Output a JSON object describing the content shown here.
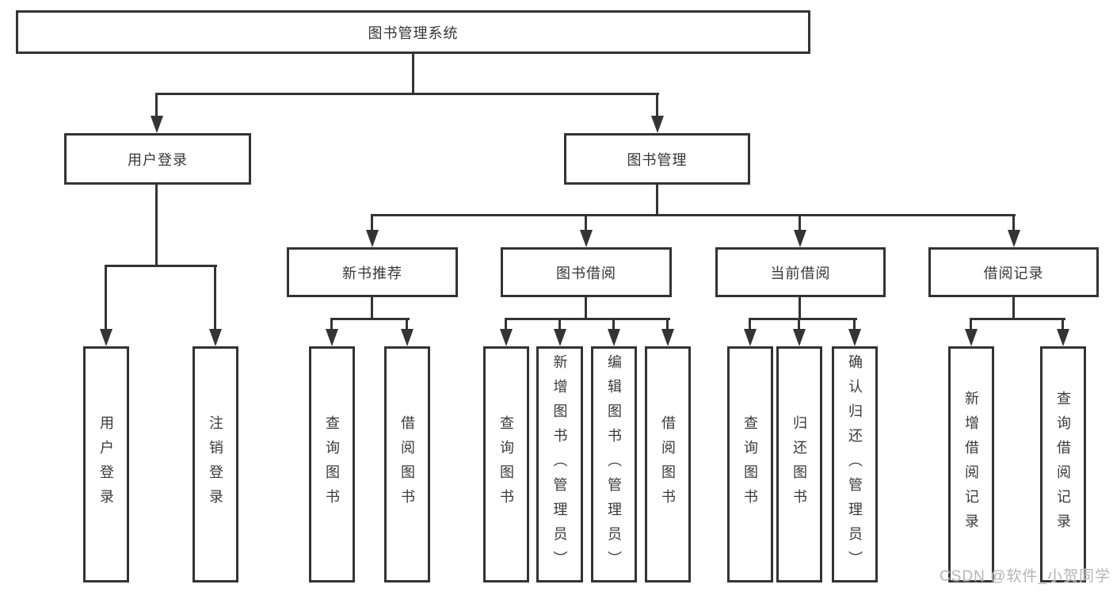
{
  "colors": {
    "line": "#343434",
    "box_border": "#333333",
    "text": "#363636",
    "watermark": "#b5b5b5",
    "background": "#ffffff"
  },
  "root": {
    "label": "图书管理系统"
  },
  "level2": {
    "user_login": {
      "label": "用户登录"
    },
    "book_mgmt": {
      "label": "图书管理"
    }
  },
  "level3": {
    "new_books": {
      "label": "新书推荐"
    },
    "borrowing": {
      "label": "图书借阅"
    },
    "current": {
      "label": "当前借阅"
    },
    "records": {
      "label": "借阅记录"
    }
  },
  "leaves": {
    "user_login": [
      "用户登录",
      "注销登录"
    ],
    "new_books": [
      "查询图书",
      "借阅图书"
    ],
    "borrowing": [
      "查询图书",
      "新增图书（管理员）",
      "编辑图书（管理员）",
      "借阅图书"
    ],
    "current": [
      "查询图书",
      "归还图书",
      "确认归还（管理员）"
    ],
    "records": [
      "新增借阅记录",
      "查询借阅记录"
    ]
  },
  "watermark": "CSDN @软件_小贺同学"
}
